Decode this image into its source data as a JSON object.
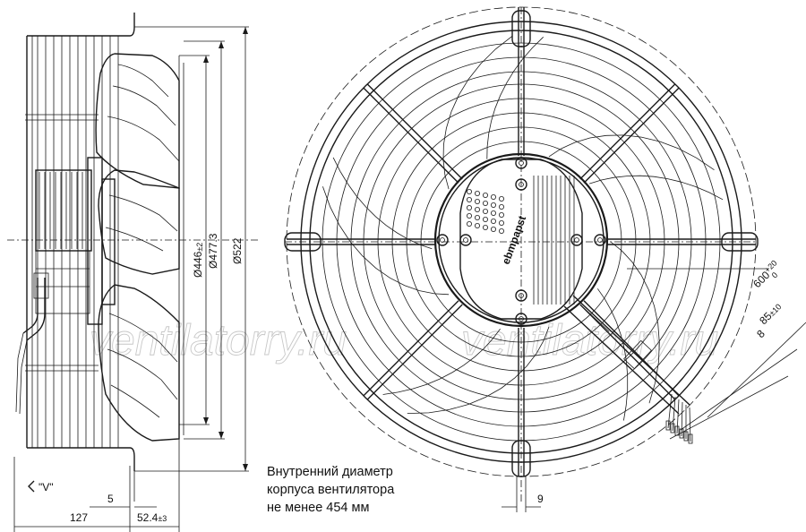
{
  "side_view": {
    "view_label": "\"V\"",
    "dim_5": "5",
    "dim_127": "127",
    "dim_524": "52.4",
    "dim_524_tol": "±3",
    "dim_446": "Ø446",
    "dim_446_tol": "±2",
    "dim_4773": "Ø477.3",
    "dim_522": "Ø522"
  },
  "front_view": {
    "dim_600": "600",
    "dim_600_tol_upper": "+20",
    "dim_600_tol_lower": "0",
    "dim_85": "85",
    "dim_85_tol": "±10",
    "dim_8": "8",
    "dim_9": "9",
    "brand_text": "ebmpapst"
  },
  "note": {
    "line1": "Внутренний диаметр",
    "line2": "корпуса вентилятора",
    "line3": "не менее 454 мм"
  },
  "watermark": "ventilatorry.ru"
}
